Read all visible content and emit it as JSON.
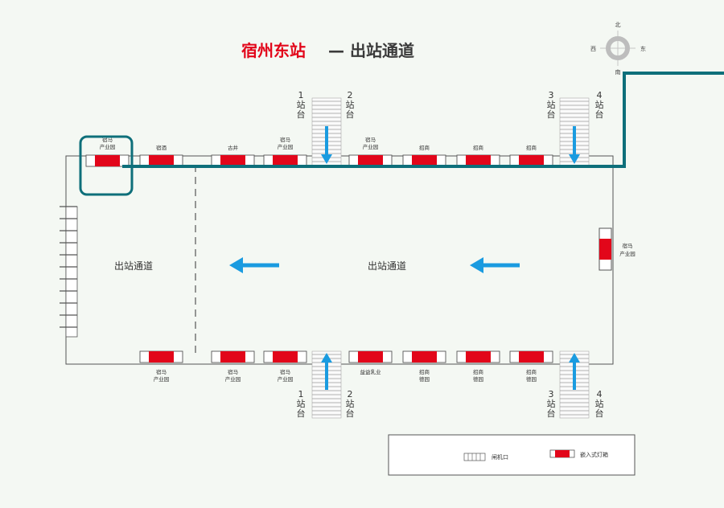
{
  "title": {
    "red": "宿州东站",
    "dark": "— 出站通道"
  },
  "compass": {
    "north": "北",
    "south": "南",
    "east": "东",
    "west": "西"
  },
  "corridor_labels": [
    "出站通道",
    "出站通道"
  ],
  "platform_labels": {
    "p1": [
      "1",
      "站",
      "台"
    ],
    "p2": [
      "2",
      "站",
      "台"
    ],
    "p3": [
      "3",
      "站",
      "台"
    ],
    "p4": [
      "4",
      "站",
      "台"
    ]
  },
  "top_boxes": [
    [
      "宿马",
      "产业园"
    ],
    [
      "宿酒"
    ],
    [
      "古井"
    ],
    [
      "宿马",
      "产业园"
    ],
    [
      "宿马",
      "产业园"
    ],
    [
      "招商"
    ],
    [
      "招商"
    ],
    [
      "招商"
    ]
  ],
  "bottom_boxes": [
    [
      "宿马",
      "产业园"
    ],
    [
      "宿马",
      "产业园"
    ],
    [
      "宿马",
      "产业园"
    ],
    [
      "益益乳业"
    ],
    [
      "招商",
      "德园"
    ],
    [
      "招商",
      "德园"
    ],
    [
      "招商",
      "德园"
    ]
  ],
  "right_box": [
    "宿马",
    "产业园"
  ],
  "legend": {
    "gate": "闸机口",
    "lightbox": "嵌入式灯箱"
  },
  "colors": {
    "red": "#e2061a",
    "blue": "#1a9be0",
    "teal": "#0e6f7a",
    "dark": "#3a3a3a"
  }
}
